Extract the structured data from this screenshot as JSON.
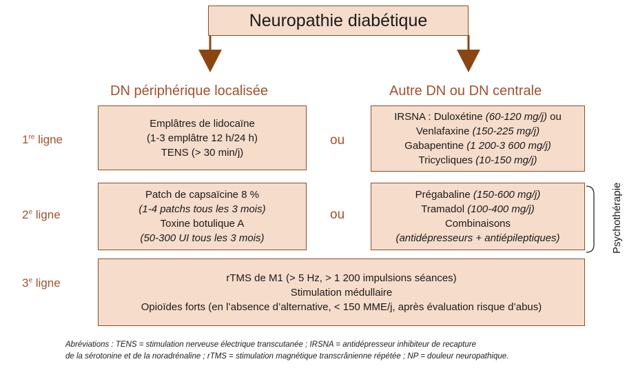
{
  "title": "Neuropathie diabétique",
  "left_header": "DN périphérique localisée",
  "right_header": "Autre DN ou DN centrale",
  "rows": [
    {
      "label_num": "1",
      "label_sup": "re",
      "label_text": " ligne"
    },
    {
      "label_num": "2",
      "label_sup": "e",
      "label_text": " ligne"
    },
    {
      "label_num": "3",
      "label_sup": "e",
      "label_text": " ligne"
    }
  ],
  "ou": "ou",
  "boxes": {
    "r1_left": {
      "l1": "Emplâtres de lidocaïne",
      "l2": "(1-3 emplâtre 12 h/24 h)",
      "l3": "TENS (> 30 min/j)"
    },
    "r1_right": {
      "l1a": "IRSNA : Duloxétine ",
      "l1b": "(60-120 mg/j)",
      "l1c": " ou",
      "l2a": "Venlafaxine ",
      "l2b": "(150-225 mg/j)",
      "l3a": "Gabapentine ",
      "l3b": "(1 200-3 600 mg/j)",
      "l4a": "Tricycliques ",
      "l4b": "(10-150 mg/j)"
    },
    "r2_left": {
      "l1": "Patch de capsaïcine 8 %",
      "l2": "(1-4 patchs tous les 3 mois)",
      "l3": "Toxine botulique A",
      "l4": "(50-300 UI tous les 3 mois)"
    },
    "r2_right": {
      "l1a": "Prégabaline ",
      "l1b": "(150-600 mg/j)",
      "l2a": "Tramadol ",
      "l2b": "(100-400 mg/j)",
      "l3": "Combinaisons",
      "l4": "(antidépresseurs + antiépileptiques)"
    },
    "r3": {
      "l1": "rTMS de M1 (> 5 Hz, > 1 200 impulsions séances)",
      "l2": "Stimulation médullaire",
      "l3": "Opioïdes forts (en l’absence d’alternative, < 150 MME/j, après évaluation risque d’abus)"
    }
  },
  "psychotherapie": "Psychothérapie",
  "abbreviations": {
    "line1": "Abréviations : TENS = stimulation nerveuse électrique transcutanée ; IRSNA = antidépresseur inhibiteur de recapture",
    "line2": "de la sérotonine et de la noradrénaline ; rTMS = stimulation magnétique transcrânienne répétée ; NP = douleur neuropathique."
  },
  "colors": {
    "box_fill": "#f6dccb",
    "box_border": "#8a4e2a",
    "accent": "#a0522d",
    "arrow": "#8b4513"
  }
}
